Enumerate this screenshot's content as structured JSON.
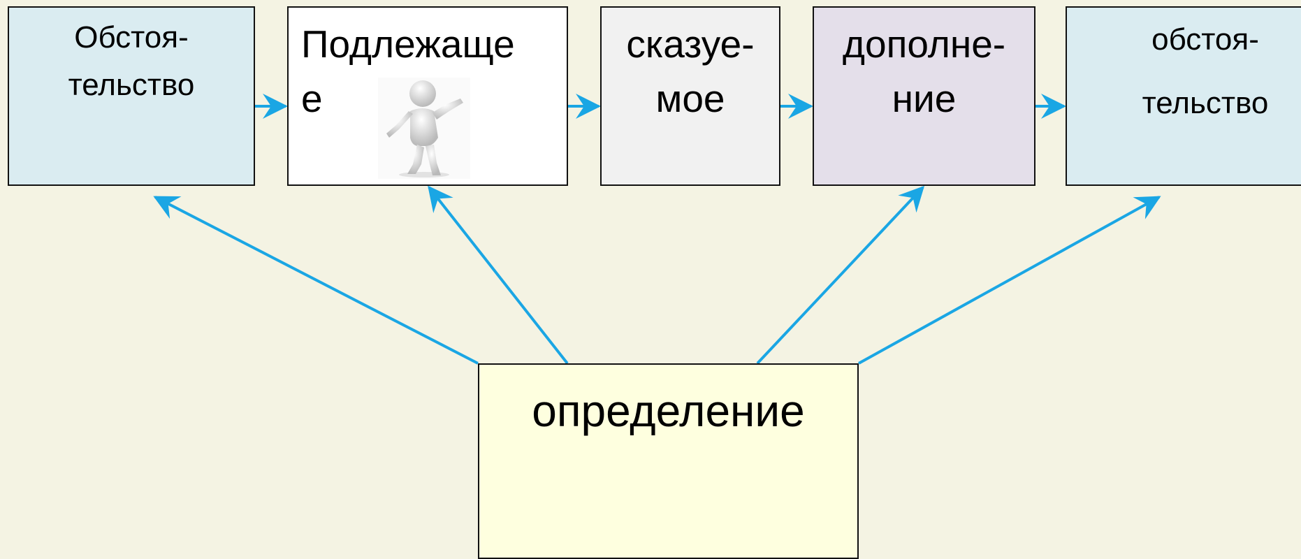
{
  "boxes": {
    "adverbial_left": {
      "line1": "Обстоя-",
      "line2": "тельство"
    },
    "subject": {
      "line1": "Подлежаще",
      "line2": "е"
    },
    "predicate": {
      "line1": "сказуе-",
      "line2": "мое"
    },
    "object": {
      "line1": "дополне-",
      "line2": "ние"
    },
    "adverbial_right": {
      "line1": "обстоя-",
      "line2": "тельство"
    },
    "attribute": {
      "line1": "определение"
    }
  },
  "colors": {
    "background": "#f4f3e3",
    "arrow": "#1aa6e4",
    "adverbial_fill": "#daecf1",
    "subject_fill": "#ffffff",
    "predicate_fill": "#f1f1f1",
    "object_fill": "#e4dfea",
    "attribute_fill": "#feffdf"
  },
  "icons": {
    "subject_picture": "3d-person-icon"
  }
}
